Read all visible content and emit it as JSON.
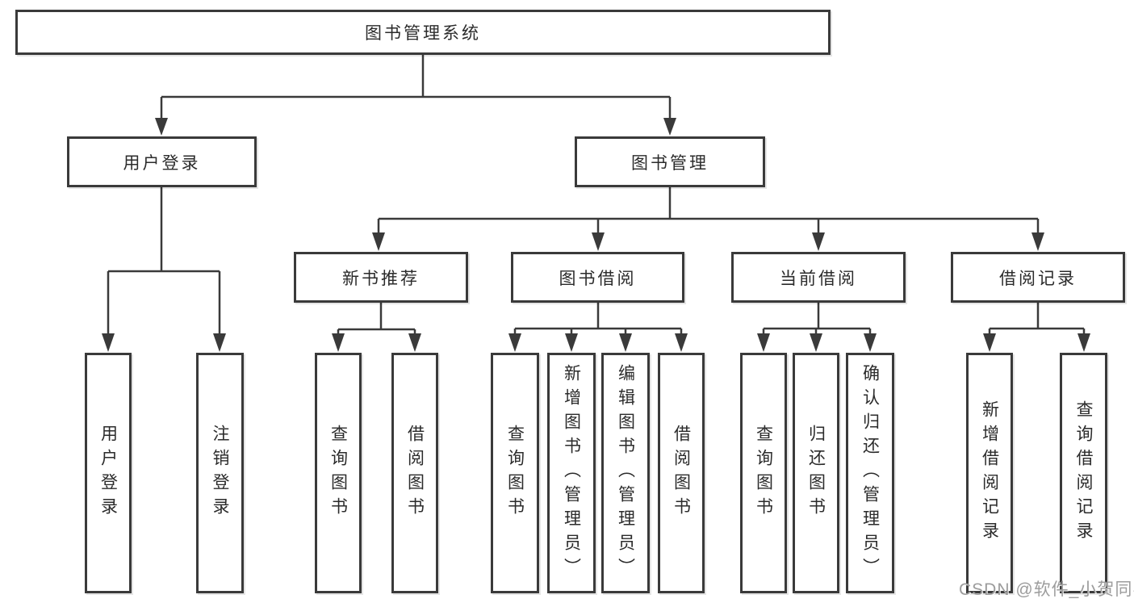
{
  "diagram": {
    "root": {
      "label": "图书管理系统"
    },
    "branches": [
      {
        "label": "用户登录",
        "children": [
          {
            "label": "用户登录"
          },
          {
            "label": "注销登录"
          }
        ]
      },
      {
        "label": "图书管理",
        "children": [
          {
            "label": "新书推荐",
            "children": [
              {
                "label": "查询图书"
              },
              {
                "label": "借阅图书"
              }
            ]
          },
          {
            "label": "图书借阅",
            "children": [
              {
                "label": "查询图书"
              },
              {
                "label": "新增图书（管理员）"
              },
              {
                "label": "编辑图书（管理员）"
              },
              {
                "label": "借阅图书"
              }
            ]
          },
          {
            "label": "当前借阅",
            "children": [
              {
                "label": "查询图书"
              },
              {
                "label": "归还图书"
              },
              {
                "label": "确认归还（管理员）"
              }
            ]
          },
          {
            "label": "借阅记录",
            "children": [
              {
                "label": "新增借阅记录"
              },
              {
                "label": "查询借阅记录"
              }
            ]
          }
        ]
      }
    ]
  },
  "watermark": {
    "text": "CSDN @软件_小贺同学"
  },
  "colors": {
    "line": "#3a3a3a",
    "box_border": "#3a3a3a",
    "box_fill": "#ffffff",
    "text": "#2b2b2b",
    "watermark": "#9c9c9c"
  }
}
